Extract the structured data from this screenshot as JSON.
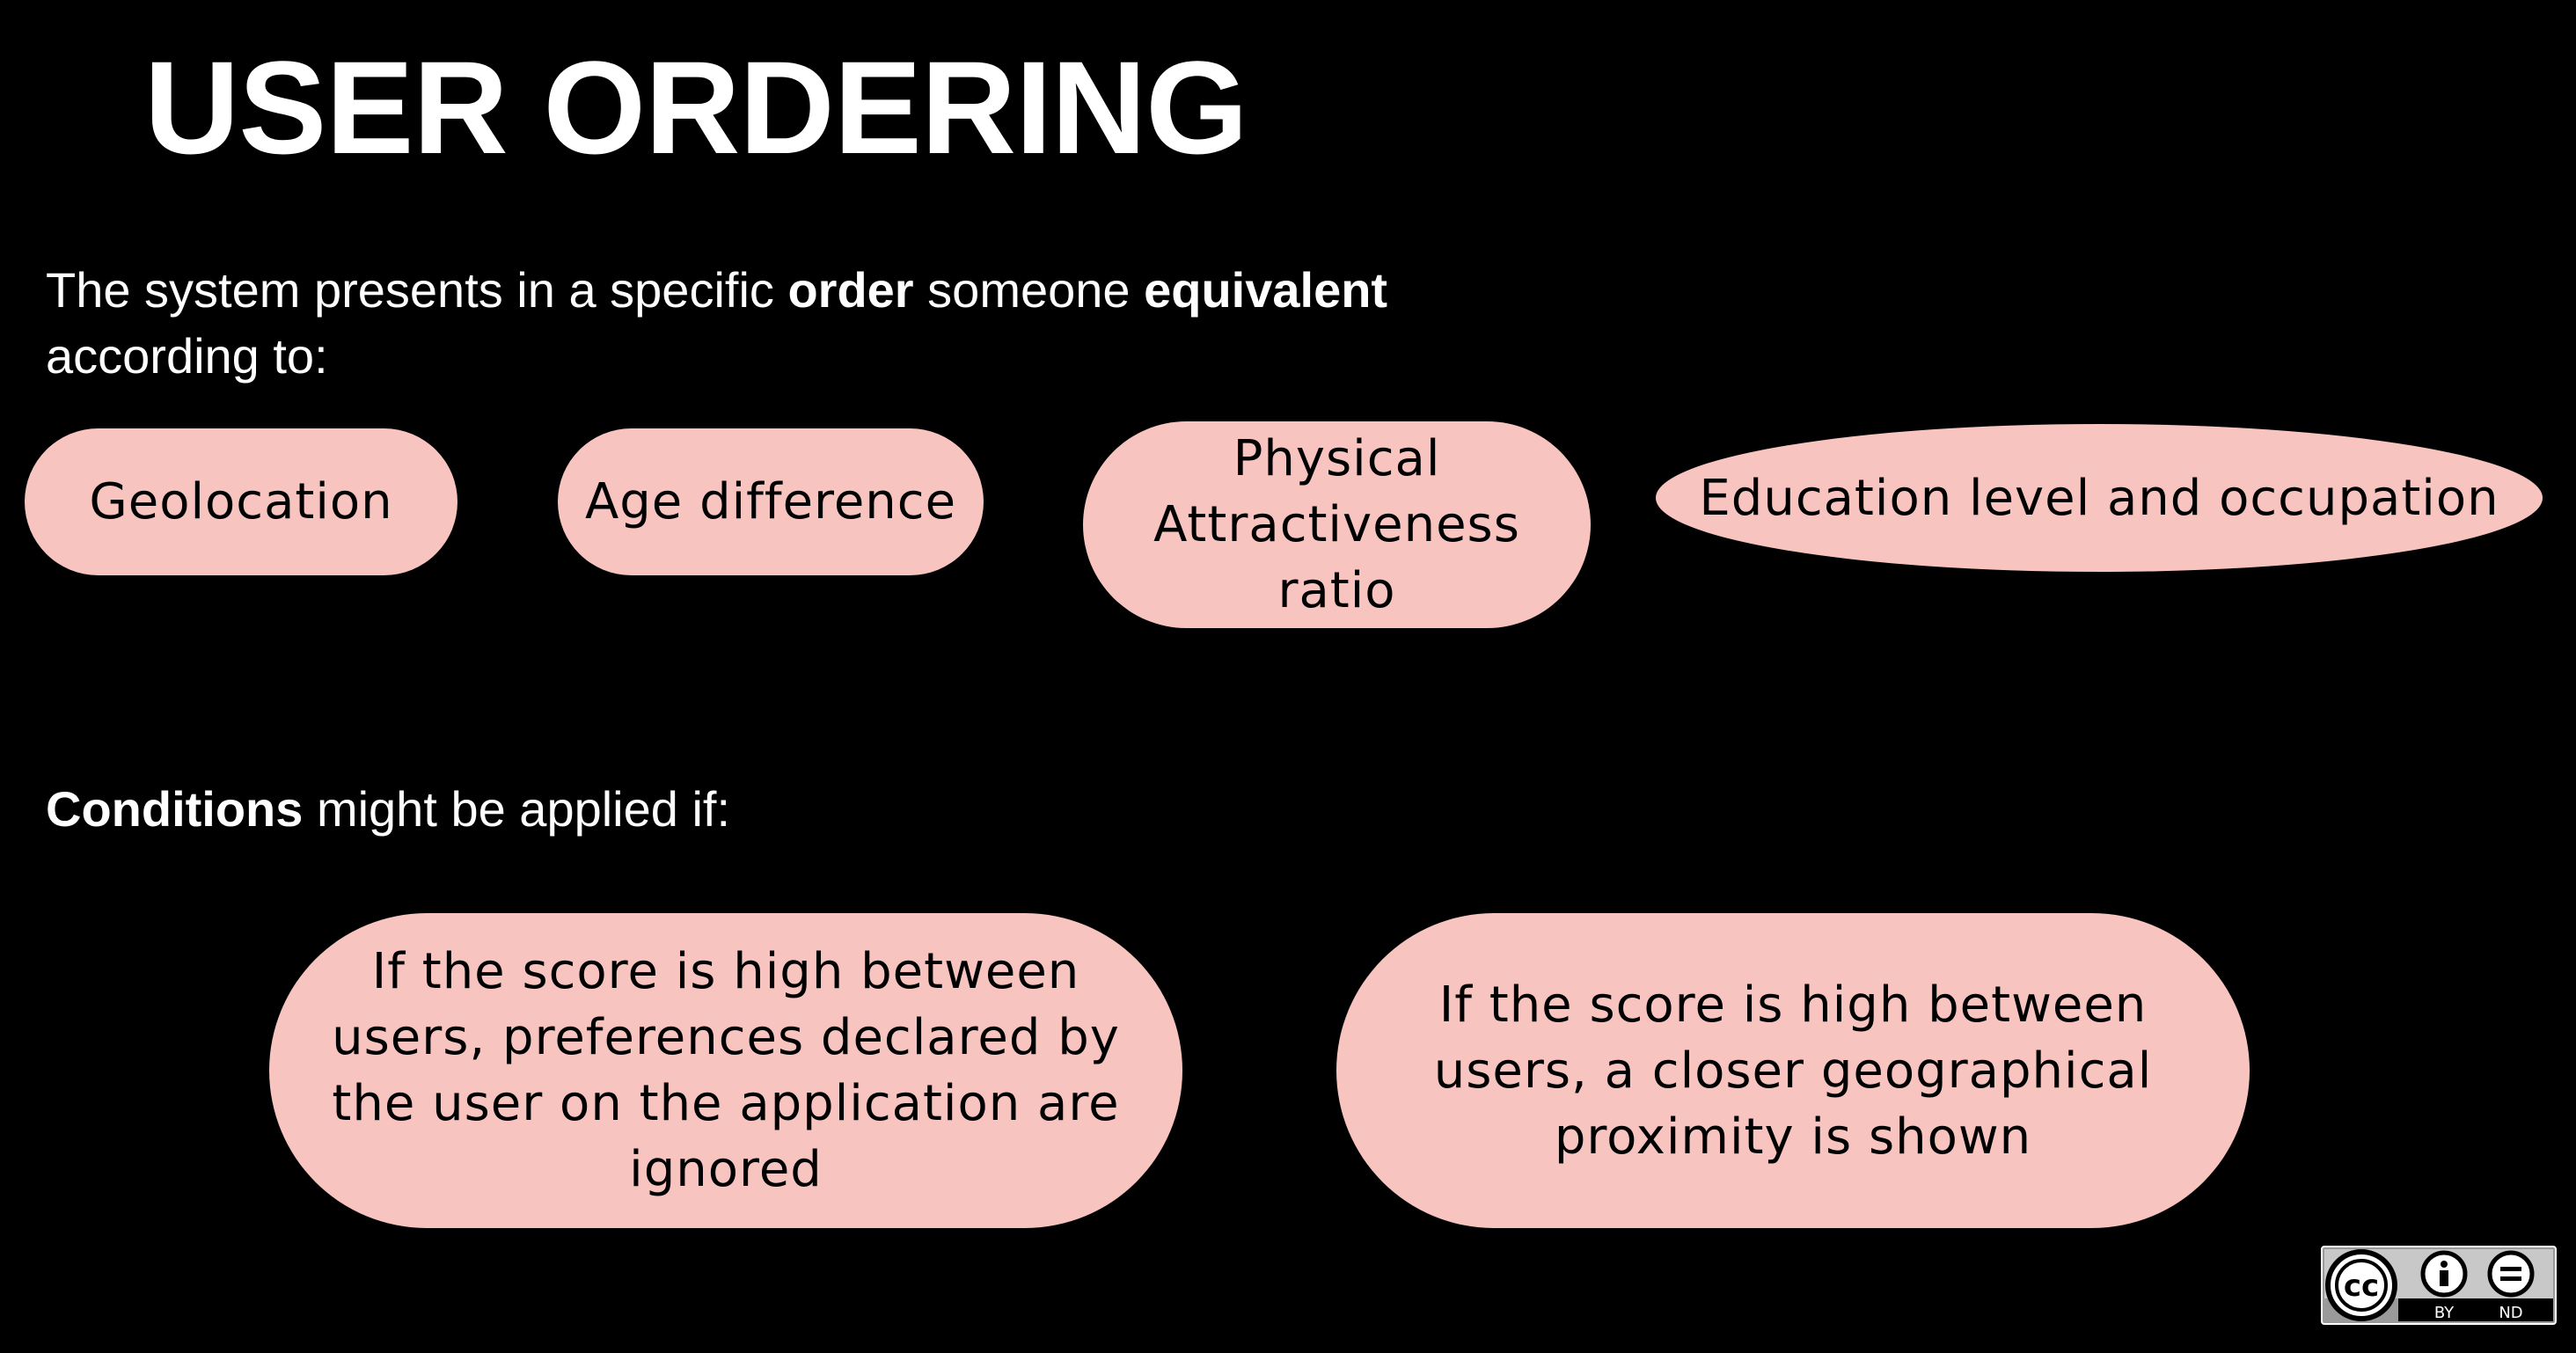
{
  "title": "USER ORDERING",
  "intro": {
    "part1": "The system presents in a specific ",
    "bold1": "order",
    "part2": " someone ",
    "bold2": "equivalent",
    "part3": "according to:"
  },
  "criteria": [
    "Geolocation",
    "Age difference",
    "Physical Attractiveness ratio",
    "Education level and occupation"
  ],
  "conditions": {
    "heading_bold": "Conditions",
    "heading_rest": " might be applied if:",
    "items": [
      "If the score is high between users, preferences declared by the user on the application are ignored",
      "If the score is high between users, a closer geographical proximity is shown"
    ]
  },
  "license": {
    "icon": "creative-commons-by-nd-icon",
    "by_label": "BY",
    "nd_label": "ND"
  },
  "colors": {
    "background": "#000000",
    "pill": "#f8c4c0",
    "text_light": "#ffffff",
    "text_dark": "#000000"
  }
}
